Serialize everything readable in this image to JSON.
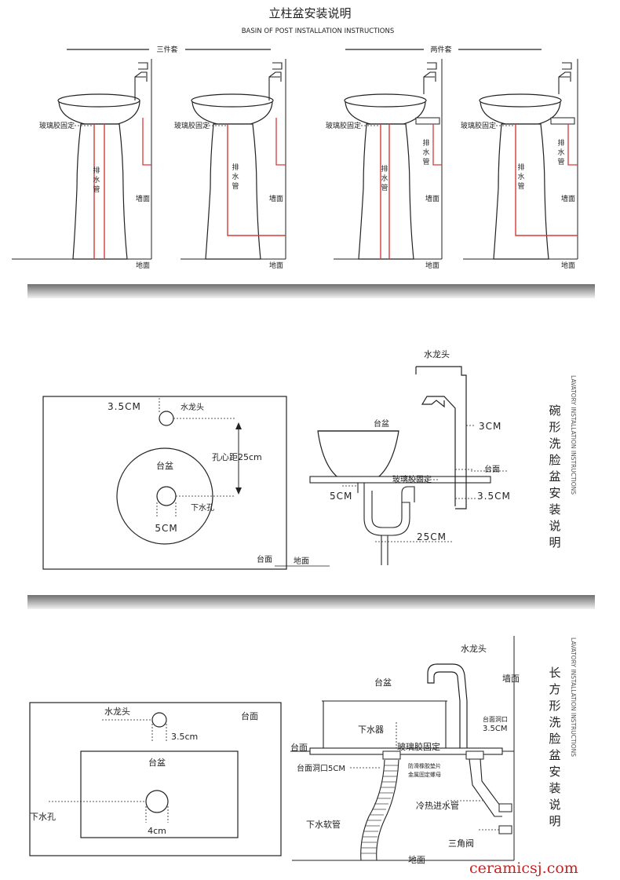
{
  "header": {
    "title": "立柱盆安装说明",
    "subtitle": "BASIN OF POST INSTALLATION INSTRUCTIONS",
    "group_three": "三件套",
    "group_two": "两件套"
  },
  "pedestal_labels": {
    "glass_glue": "玻璃胶固定",
    "drain_pipe": [
      "排",
      "水",
      "管"
    ],
    "wall": "墙面",
    "floor": "地面"
  },
  "bowl_section": {
    "plan_faucet_offset": "3.5CM",
    "plan_faucet": "水龙头",
    "plan_hole_distance": "孔心距25cm",
    "plan_basin": "台盆",
    "plan_drain_hole": "下水孔",
    "plan_drain_size": "5CM",
    "plan_counter": "台面",
    "side_faucet": "水龙头",
    "side_basin": "台盆",
    "side_3cm": "3CM",
    "side_counter": "台面",
    "side_glass_glue": "玻璃胶固定",
    "side_5cm": "5CM",
    "side_35cm": "3.5CM",
    "side_25cm": "25CM",
    "side_floor": "地面",
    "vertical_cn": [
      "碗",
      "形",
      "洗",
      "脸",
      "盆",
      "安",
      "装",
      "说",
      "明"
    ],
    "vertical_en": "LAVATORY INSTALLATION INSTRUCTIONS"
  },
  "rect_section": {
    "plan_faucet": "水龙头",
    "plan_counter": "台面",
    "plan_35cm": "3.5cm",
    "plan_basin": "台盆",
    "plan_drain_hole": "下水孔",
    "plan_4cm": "4cm",
    "side_faucet": "水龙头",
    "side_wall": "墙面",
    "side_basin": "台盆",
    "side_counter_hole": "台面洞口",
    "side_35cm": "3.5CM",
    "side_drain_device": "下水器",
    "side_glass_glue": "玻璃胶固定",
    "side_counter": "台面",
    "side_counter_hole_5cm": "台面洞口5CM",
    "side_gasket_1": "防滑橡胶垫片",
    "side_gasket_2": "金属固定螺母",
    "side_supply": "冷热进水管",
    "side_hose": "下水软管",
    "side_angle_valve": "三角阀",
    "side_floor": "地面",
    "vertical_cn": [
      "长",
      "方",
      "形",
      "洗",
      "脸",
      "盆",
      "安",
      "装",
      "说",
      "明"
    ],
    "vertical_en": "LAVATORY INSTALLATION INSTRUCTIONS"
  },
  "watermark": "ceramicsj.com",
  "colors": {
    "pipe_red": "#d93a3a",
    "line": "#222222",
    "watermark": "#cc1f1f",
    "divider": "#888888"
  }
}
